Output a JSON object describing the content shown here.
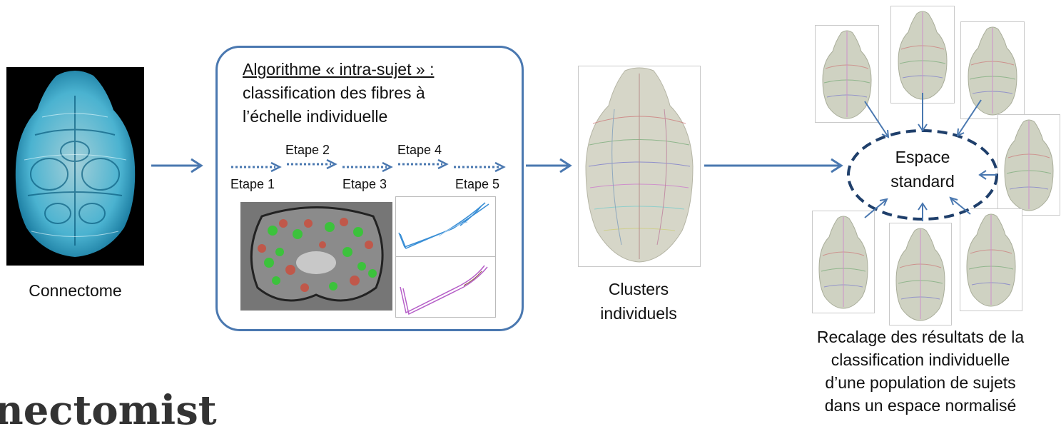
{
  "connectome_caption": "Connectome",
  "algo": {
    "title": "Algorithme « intra-sujet » :",
    "subtitle_line1": "classification des fibres à",
    "subtitle_line2": "l’échelle individuelle",
    "steps": [
      "Etape 1",
      "Etape 2",
      "Etape 3",
      "Etape 4",
      "Etape 5"
    ]
  },
  "clusters_caption_line1": "Clusters",
  "clusters_caption_line2": "individuels",
  "standard_space_line1": "Espace",
  "standard_space_line2": "standard",
  "recalage_caption": [
    "Recalage des résultats de la",
    "classification individuelle",
    "d’une population de sujets",
    "dans un espace normalisé"
  ],
  "bottom_title": "nectomist",
  "colors": {
    "arrow": "#4a78b0",
    "box_border": "#4a78b0",
    "ellipse": "#1f3f6b",
    "connectome_fibers": "#7fe6ff"
  }
}
